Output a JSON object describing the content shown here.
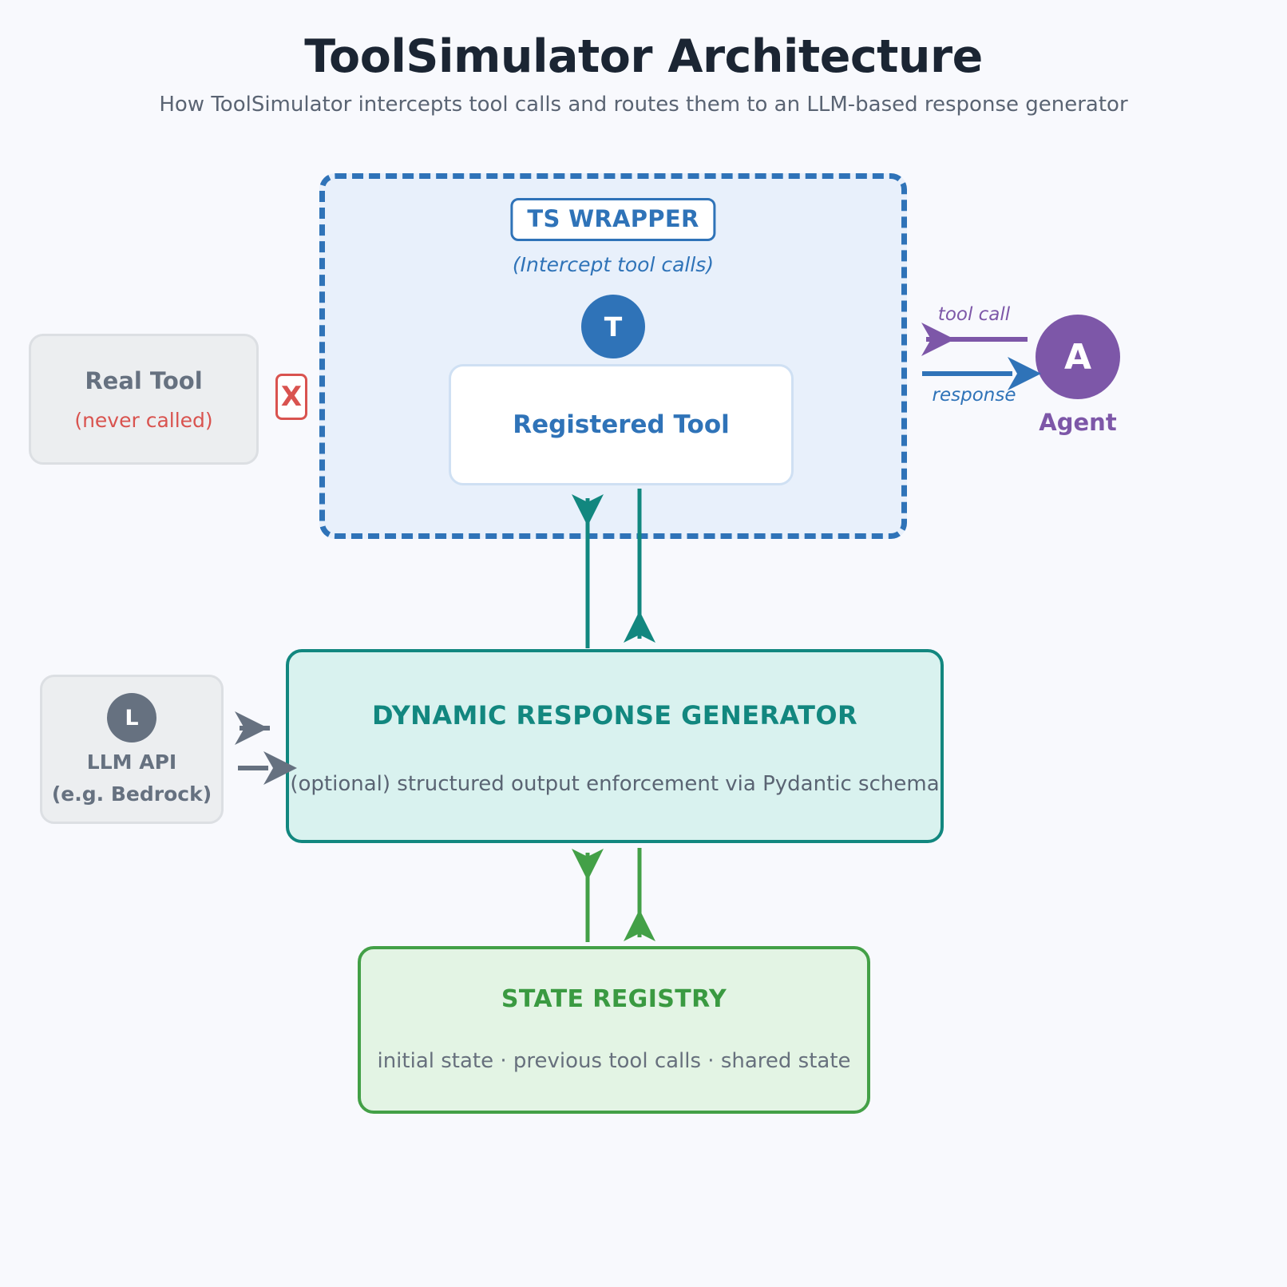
{
  "header": {
    "title": "ToolSimulator Architecture",
    "subtitle": "How ToolSimulator intercepts tool calls and routes them to an LLM-based response generator"
  },
  "ts_wrapper": {
    "badge": "TS WRAPPER",
    "note": "(Intercept tool calls)",
    "avatar_letter": "T",
    "registered_tool_label": "Registered Tool"
  },
  "real_tool": {
    "title": "Real Tool",
    "note": "(never called)",
    "block_mark": "X"
  },
  "agent": {
    "avatar_letter": "A",
    "label": "Agent",
    "tool_call_label": "tool call",
    "response_label": "response"
  },
  "dynamic_response_generator": {
    "title": "DYNAMIC RESPONSE GENERATOR",
    "note": "(optional) structured output enforcement via Pydantic schema"
  },
  "llm_api": {
    "avatar_letter": "L",
    "line1": "LLM API",
    "line2": "(e.g. Bedrock)"
  },
  "state_registry": {
    "title": "STATE REGISTRY",
    "note": "initial state  ·  previous tool calls  ·  shared state"
  },
  "colors": {
    "background": "#f8f9fd",
    "title": "#1b2533",
    "subtitle": "#5a6473",
    "wrapper_blue": "#2f73b8",
    "wrapper_fill": "#e8f0fb",
    "agent_purple": "#7d57a8",
    "teal": "#12877f",
    "teal_fill": "#d9f2ef",
    "green": "#43a047",
    "green_fill": "#e3f4e4",
    "gray": "#667180",
    "gray_fill": "#eceef0",
    "red": "#d9534f"
  }
}
